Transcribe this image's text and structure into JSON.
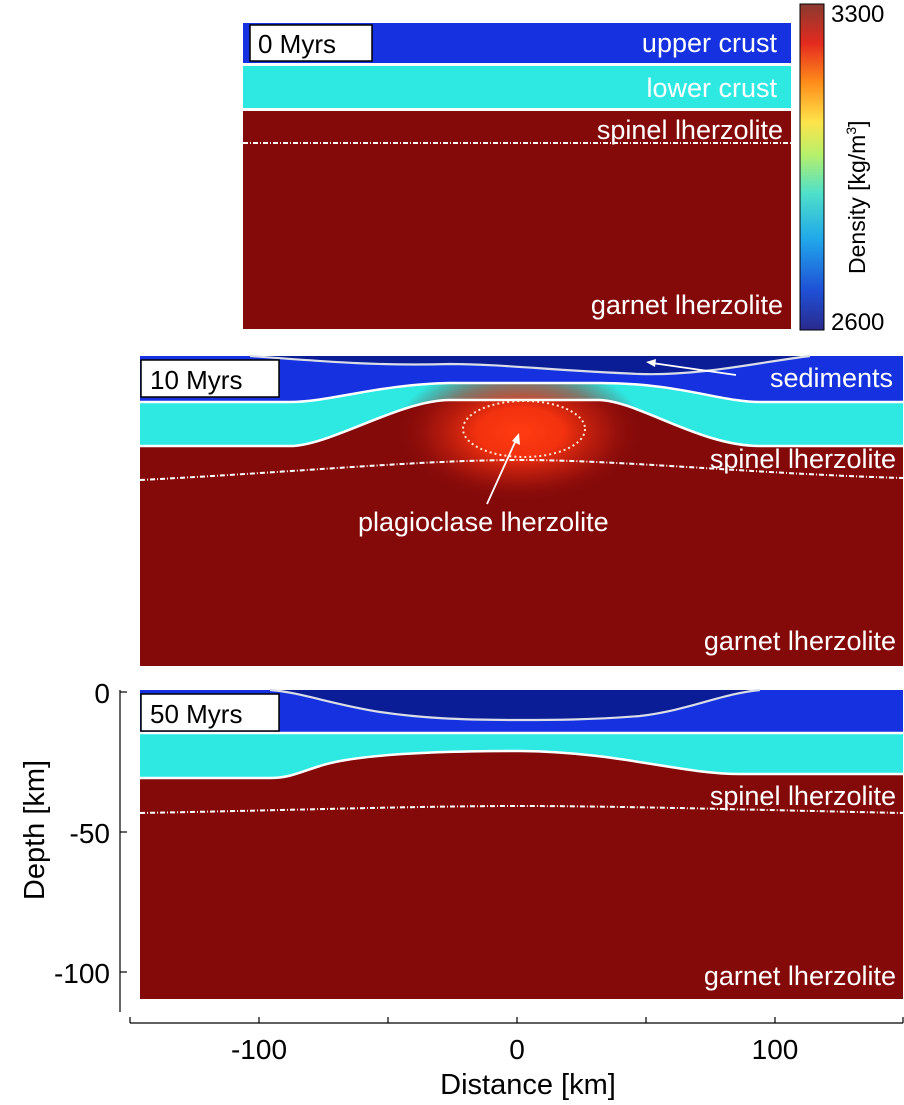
{
  "colors": {
    "upper_crust": "#1531e0",
    "sediments": "#0a1c96",
    "lower_crust": "#2ee8e2",
    "mantle": "#840a0a",
    "plagioclase_glow": "#ff3c10"
  },
  "panel_top": {
    "time": "0 Myrs",
    "labels": {
      "upper_crust": "upper crust",
      "lower_crust": "lower crust",
      "spinel": "spinel lherzolite",
      "garnet": "garnet lherzolite"
    }
  },
  "panel_mid": {
    "time": "10 Myrs",
    "labels": {
      "sediments": "sediments",
      "spinel": "spinel lherzolite",
      "plagioclase": "plagioclase lherzolite",
      "garnet": "garnet lherzolite"
    }
  },
  "panel_bot": {
    "time": "50 Myrs",
    "labels": {
      "spinel": "spinel lherzolite",
      "garnet": "garnet lherzolite"
    }
  },
  "colorbar": {
    "label_main": "Density [kg/m",
    "label_sup": "3",
    "label_end": "]",
    "max": "3300",
    "min": "2600"
  },
  "axes": {
    "y_label": "Depth [km]",
    "y_ticks": [
      "0",
      "-50",
      "-100"
    ],
    "x_label": "Distance [km]",
    "x_ticks": [
      "-100",
      "0",
      "100"
    ]
  }
}
